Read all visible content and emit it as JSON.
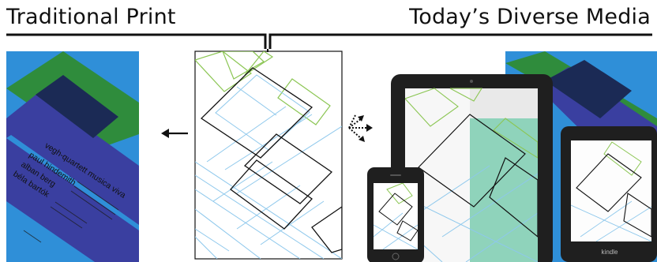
{
  "headings": {
    "left": "Traditional Print",
    "right": "Today’s Diverse Media"
  },
  "poster": {
    "title_lines": [
      "vegh-quartett  musica viva",
      "paul hindemith",
      "alban berg",
      "béla bartók"
    ]
  },
  "kindle": {
    "label": "kindle"
  },
  "colors": {
    "poster_blue": "#2f8fd8",
    "poster_green": "#2f8c3c",
    "poster_indigo": "#3a3fa0",
    "poster_dark": "#1b2a55",
    "grid_black": "#111111",
    "grid_blue": "#8ec8ec",
    "grid_green": "#8cc654",
    "teal": "#7fcfb3",
    "device_dark": "#1f1f1f"
  },
  "icons": {
    "left_arrow": "arrow-left-icon",
    "burst_arrows": "dotted-arrows-icon"
  }
}
